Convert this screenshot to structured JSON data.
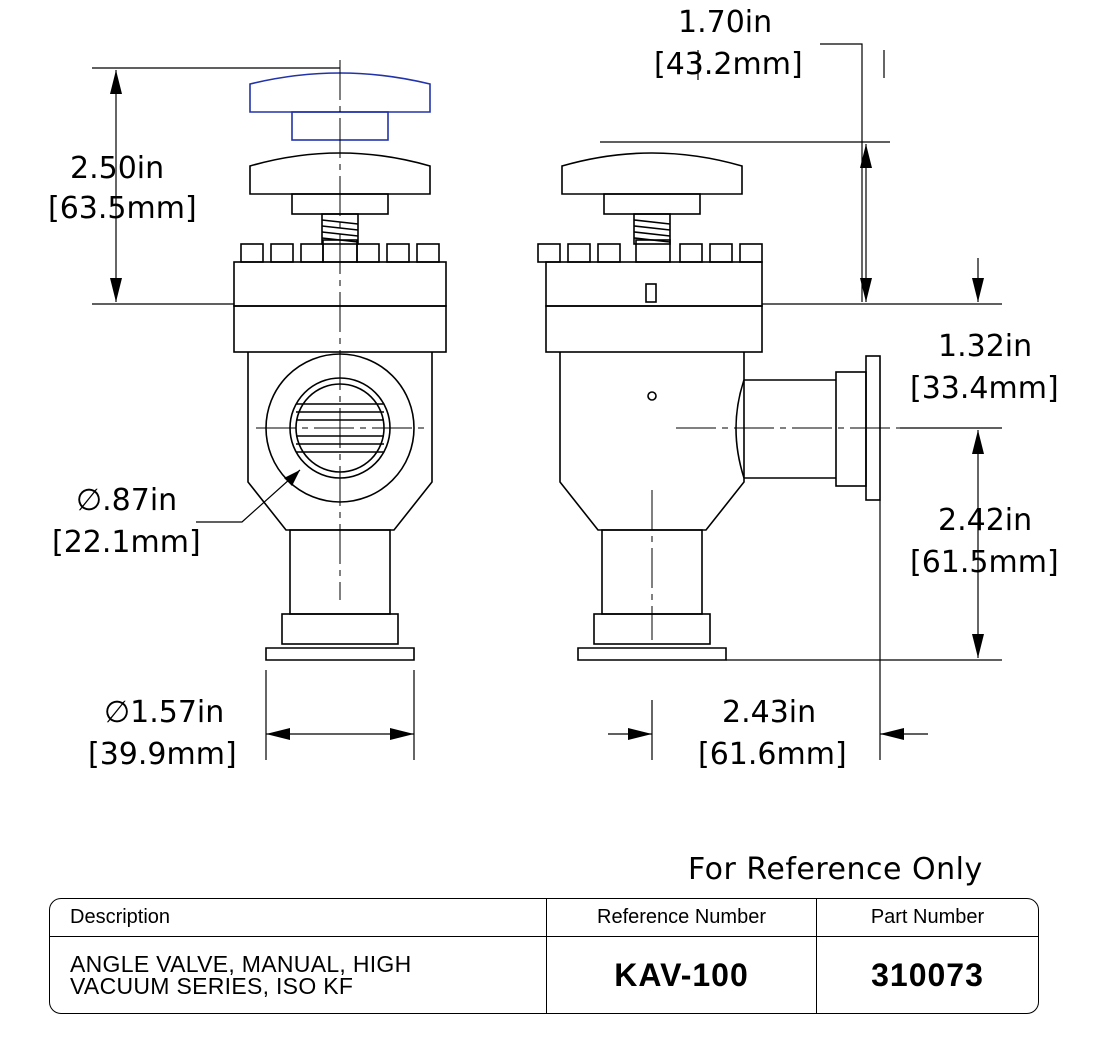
{
  "dimensions": {
    "height_total": {
      "in": "2.50in",
      "mm": "[63.5mm]"
    },
    "handle_travel": {
      "in": "1.70in",
      "mm": "[43.2mm]"
    },
    "side_port_height": {
      "in": "1.32in",
      "mm": "[33.4mm]"
    },
    "port_center_to_flange": {
      "in": "2.42in",
      "mm": "[61.5mm]"
    },
    "port_bore": {
      "in": "∅.87in",
      "mm": "[22.1mm]"
    },
    "flange_diameter": {
      "in": "∅1.57in",
      "mm": "[39.9mm]"
    },
    "centerline_to_port_face": {
      "in": "2.43in",
      "mm": "[61.6mm]"
    }
  },
  "note": "For Reference Only",
  "title_block": {
    "headers": {
      "description": "Description",
      "reference": "Reference Number",
      "part": "Part Number"
    },
    "description_lines": [
      "ANGLE VALVE, MANUAL, HIGH",
      "VACUUM SERIES, ISO KF"
    ],
    "reference_number": "KAV-100",
    "part_number": "310073"
  }
}
